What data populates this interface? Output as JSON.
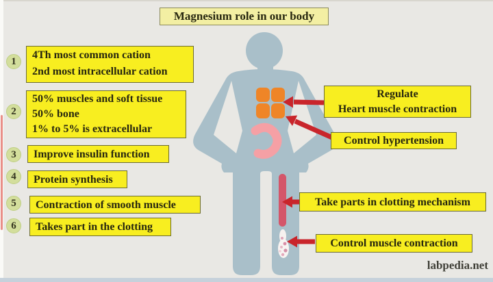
{
  "title": "Magnesium role in our body",
  "watermark": "labpedia.net",
  "left_items": [
    {
      "num": "1",
      "lines": [
        "4Th most common cation",
        "2nd most intracellular cation"
      ]
    },
    {
      "num": "2",
      "lines": [
        "50% muscles and soft tissue",
        "50% bone",
        "1% to 5% is extracellular"
      ]
    },
    {
      "num": "3",
      "lines": [
        "Improve insulin function"
      ]
    },
    {
      "num": "4",
      "lines": [
        "Protein synthesis"
      ]
    },
    {
      "num": "5",
      "lines": [
        "Contraction of smooth muscle"
      ]
    },
    {
      "num": "6",
      "lines": [
        "Takes part in the clotting"
      ]
    }
  ],
  "right_labels": {
    "heart": {
      "lines": [
        "Regulate",
        "Heart muscle contraction"
      ]
    },
    "hypertension": {
      "lines": [
        "Control hypertension"
      ]
    },
    "clotting": {
      "lines": [
        "Take parts in clotting mechanism"
      ]
    },
    "muscle": {
      "lines": [
        "Control muscle contraction"
      ]
    }
  },
  "icons": [
    "body-silhouette",
    "heart-icon",
    "stomach-icon",
    "blood-vessel-icon",
    "clot-icon",
    "arrow-icon"
  ],
  "colors": {
    "background": "#e9e8e4",
    "box_yellow": "#f8ee20",
    "title_yellow": "#f3efa3",
    "box_border": "#6b6b33",
    "body_blue": "#a9bfc9",
    "heart_orange": "#ef8527",
    "stomach_pink": "#f5a0a5",
    "vessel_red": "#d4566a",
    "arrow_red": "#c9252b",
    "number_circle_green": "#d3de9c",
    "text_dark": "#26260f"
  }
}
